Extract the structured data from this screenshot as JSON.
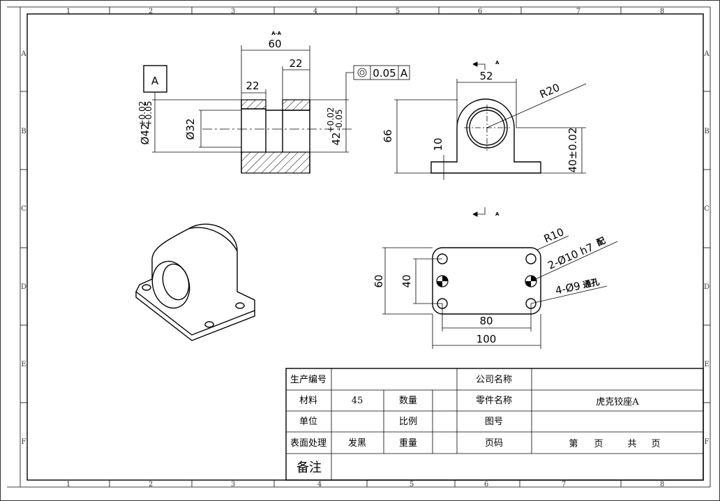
{
  "border_grid": {
    "columns": [
      "1",
      "2",
      "3",
      "4",
      "5",
      "6",
      "7",
      "8"
    ],
    "rows": [
      "A",
      "B",
      "C",
      "D",
      "E",
      "F"
    ]
  },
  "section_view": {
    "section_label": "A-A",
    "dim_overall_width": "60",
    "dim_right_step": "22",
    "dim_left_step": "22",
    "dim_inner_dia": "Ø32",
    "dim_outer_dia": "Ø42",
    "dim_outer_tol_upper": "+0.02",
    "dim_outer_tol_lower": "+0.05",
    "dim_right_dia": "42",
    "dim_right_tol_upper": "+0.02",
    "dim_right_tol_lower": "-0.05",
    "datum_label": "A",
    "gdt_tolerance": "0.05",
    "gdt_datum": "A"
  },
  "front_view": {
    "section_mark": "A",
    "dim_top_width": "52",
    "dim_radius": "R20",
    "dim_height": "66",
    "dim_base_thickness": "10",
    "dim_center_height": "40±0.02"
  },
  "plan_view": {
    "section_mark": "A",
    "dim_corner_radius": "R10",
    "dim_pin_holes": "2-Ø10 h7",
    "dim_pin_holes_note": "配",
    "dim_bolt_holes": "4-Ø9",
    "dim_bolt_holes_note": "通孔",
    "dim_height": "60",
    "dim_inner_height": "40",
    "dim_inner_width": "80",
    "dim_overall_width": "100"
  },
  "title_block": {
    "production_no_label": "生产编号",
    "company_label": "公司名称",
    "material_label": "材料",
    "material_value": "45",
    "quantity_label": "数量",
    "part_name_label": "零件名称",
    "part_name_value": "虎克铰座A",
    "unit_label": "单位",
    "scale_label": "比例",
    "drawing_no_label": "图号",
    "surface_label": "表面处理",
    "surface_value": "发黑",
    "weight_label": "重量",
    "page_label": "页码",
    "page_value_1": "第",
    "page_value_2": "页",
    "page_value_3": "共",
    "page_value_4": "页",
    "remarks_label": "备注"
  }
}
